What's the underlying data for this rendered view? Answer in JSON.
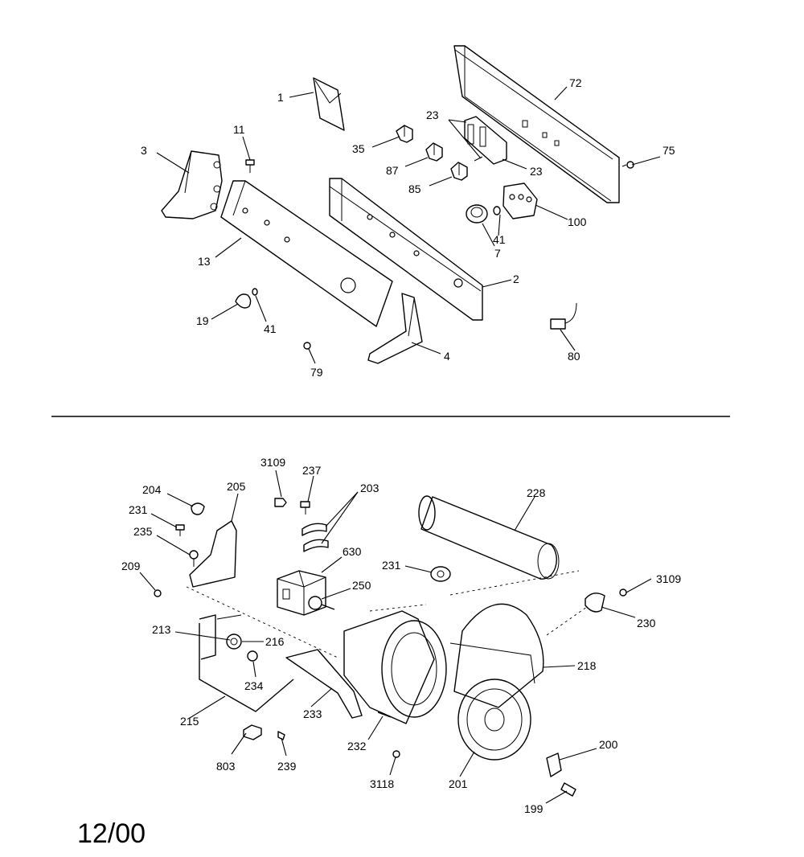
{
  "page_title": "",
  "footer_date": "12/00",
  "upper_section": {
    "callouts": [
      "1",
      "72",
      "11",
      "23",
      "3",
      "35",
      "23",
      "75",
      "87",
      "85",
      "100",
      "13",
      "41",
      "7",
      "2",
      "19",
      "41",
      "4",
      "80",
      "79"
    ]
  },
  "lower_section": {
    "callouts": [
      "3109",
      "237",
      "204",
      "205",
      "203",
      "228",
      "231",
      "235",
      "630",
      "209",
      "231",
      "250",
      "3109",
      "213",
      "216",
      "230",
      "218",
      "234",
      "215",
      "233",
      "200",
      "232",
      "803",
      "239",
      "3118",
      "201",
      "199"
    ]
  }
}
